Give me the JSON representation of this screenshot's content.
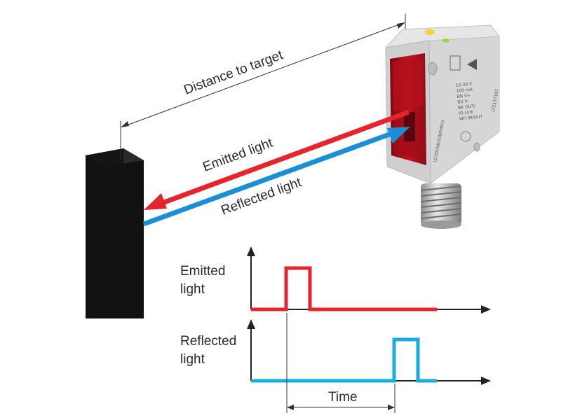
{
  "diagram": {
    "distance_label": "Distance to target",
    "emitted_label": "Emitted light",
    "reflected_label": "Reflected light",
    "time_label": "Time",
    "graph_emitted_label": {
      "line1": "Emitted",
      "line2": "light"
    },
    "graph_reflected_label": {
      "line1": "Reflected",
      "line2": "light"
    },
    "colors": {
      "emitted": "#e5252b",
      "reflected": "#1a8fd6",
      "target": "#141414",
      "sensor_body": "#dcdcdc"
    }
  },
  "sensor": {
    "front_text": [
      "10-30 V",
      "100 mA",
      "BN V+",
      "BU V-",
      "BK OUT/",
      "IO-Link",
      "WH IN/OUT"
    ],
    "side_text": "LD30CNBI10BPM5IO",
    "serial_text": "LT2137197"
  }
}
